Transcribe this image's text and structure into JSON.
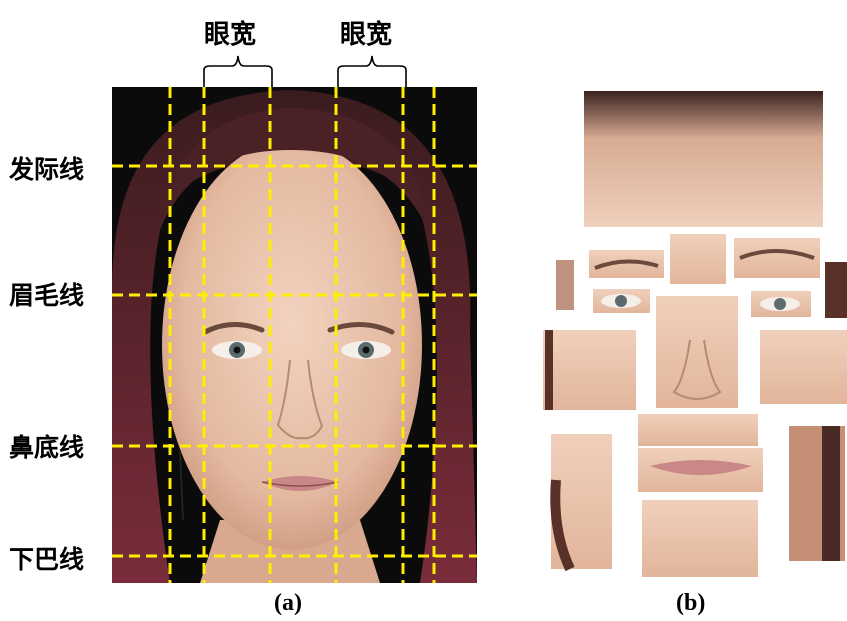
{
  "panel_a": {
    "top_labels": [
      "眼宽",
      "眼宽"
    ],
    "row_labels": [
      "发际线",
      "眉毛线",
      "鼻底线",
      "下巴线"
    ],
    "caption": "(a)"
  },
  "panel_b": {
    "caption": "(b)"
  },
  "colors": {
    "grid_line": "#ffee00",
    "background": "#ffffff",
    "hair": "#5a2a2c",
    "skin": "#e9c2aa"
  }
}
